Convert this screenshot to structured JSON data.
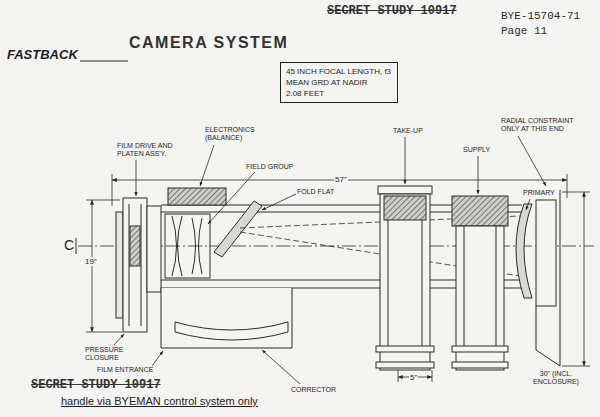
{
  "diagram": {
    "title": "CAMERA SYSTEM",
    "nodes": [
      {
        "text": [
          "45 INCH FOCAL LENGTH, f3",
          "MEAN GRD AT NADIR",
          "2.08 FEET"
        ]
      }
    ],
    "labels": [
      "SECRET STUDY 10917",
      "BYE-15704-71",
      "Page 11",
      "FASTBACK",
      "ELECTRONICS (BALANCE)",
      "FILM DRIVE AND PLATEN ASS'Y.",
      "FIELD GROUP",
      "TAKE-UP",
      "RADIAL CONSTRAINT ONLY AT THIS END",
      "SUPPLY",
      "57\"",
      "FOLD FLAT",
      "PRIMARY",
      "C",
      "19\"",
      "PRESSURE CLOSURE",
      "FILM ENTRANCE",
      "CORRECTOR",
      "5\"",
      "30\" (INCL. ENCLOSURE)",
      "SECRET STUDY 10917",
      "handle via BYEMAN control system only"
    ]
  }
}
